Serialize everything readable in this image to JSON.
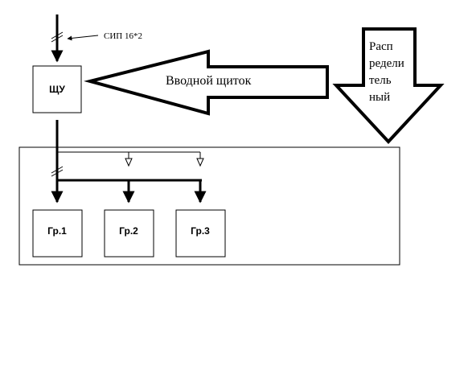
{
  "cable_label": "СИП 16*2",
  "main_panel": {
    "label": "ЩУ"
  },
  "input_arrow": {
    "label": "Вводной щиток"
  },
  "distribution_arrow": {
    "label_lines": [
      "Расп",
      "редели",
      "тель",
      "ный"
    ]
  },
  "groups": [
    {
      "label": "Гр.1"
    },
    {
      "label": "Гр.2"
    },
    {
      "label": "Гр.3"
    }
  ]
}
